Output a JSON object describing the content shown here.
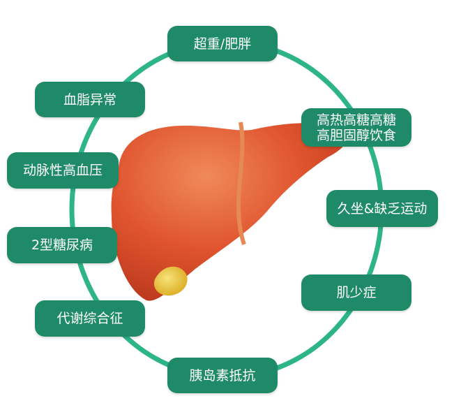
{
  "title": "Liver disease risk factors",
  "colors": {
    "pill": "#1f8a68",
    "ring": "#2db489",
    "liver": "#e0552f",
    "gallbladder": "#e8c02a"
  },
  "factors": [
    {
      "label": "超重/肥胖"
    },
    {
      "label": "血脂异常"
    },
    {
      "label": "高热高糖高糖",
      "label2": "高胆固醇饮食"
    },
    {
      "label": "动脉性高血压"
    },
    {
      "label": "久坐&缺乏运动"
    },
    {
      "label": "2型糖尿病"
    },
    {
      "label": "肌少症"
    },
    {
      "label": "代谢综合征"
    },
    {
      "label": "胰岛素抵抗"
    }
  ]
}
